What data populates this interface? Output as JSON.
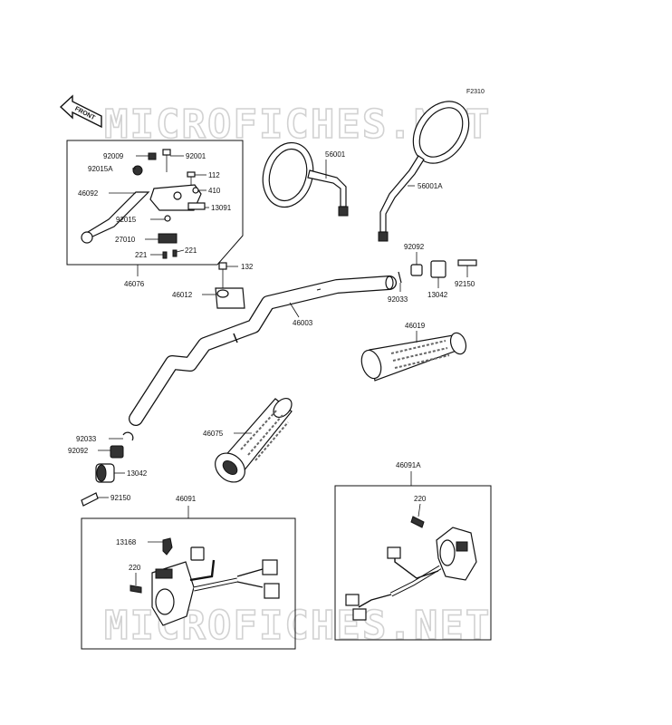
{
  "figure_code": "F2310",
  "front_label": "FRONT",
  "watermark": "MICROFICHES.NET",
  "parts": {
    "p92009": "92009",
    "p92001": "92001",
    "p92015A": "92015A",
    "p112": "112",
    "p46092": "46092",
    "p410": "410",
    "p92015": "92015",
    "p13091": "13091",
    "p27010": "27010",
    "p221a": "221",
    "p221b": "221",
    "p46076": "46076",
    "p56001": "56001",
    "p56001A": "56001A",
    "p132": "132",
    "p46012": "46012",
    "p92092a": "92092",
    "p92033a": "92033",
    "p13042a": "13042",
    "p92150a": "92150",
    "p46003": "46003",
    "p46019": "46019",
    "p92033b": "92033",
    "p92092b": "92092",
    "p13042b": "13042",
    "p46075": "46075",
    "p92150b": "92150",
    "p46091": "46091",
    "p46091A": "46091A",
    "p13168": "13168",
    "p220a": "220",
    "p220b": "220"
  }
}
